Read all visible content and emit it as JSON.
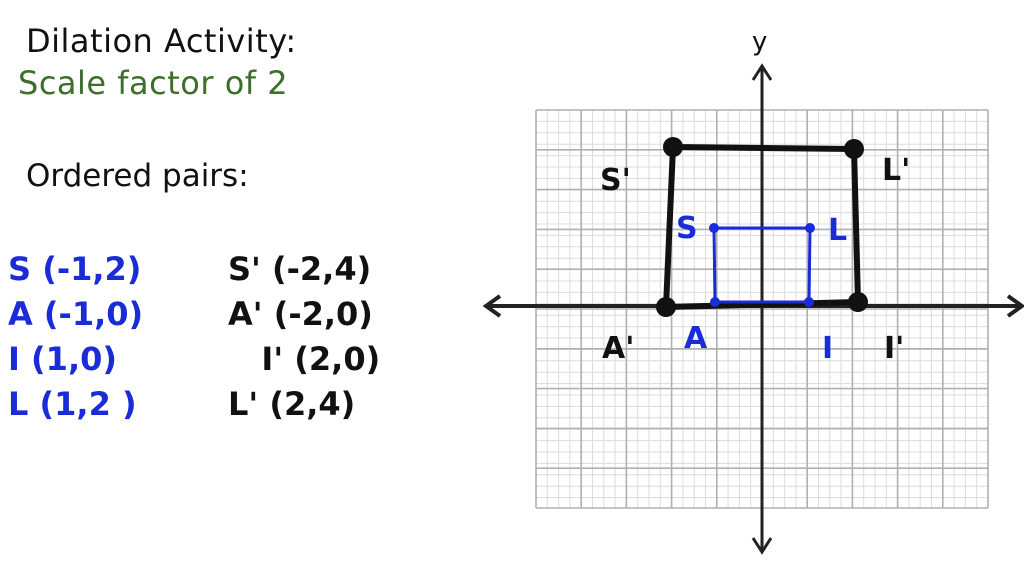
{
  "title": "Dilation Activity:",
  "subtitle": "Scale factor of 2",
  "pairs_heading": "Ordered pairs:",
  "original_pairs": [
    "S (-1,2)",
    "A (-1,0)",
    "I (1,0)",
    "L (1,2 )"
  ],
  "image_pairs": [
    "S' (-2,4)",
    "A' (-2,0)",
    "   I' (2,0)",
    "L' (2,4)"
  ],
  "axis": {
    "y_label": "y"
  },
  "points": {
    "S": "S",
    "A": "A",
    "I": "I",
    "L": "L",
    "S_prime": "S'",
    "A_prime": "A'",
    "I_prime": "I'",
    "L_prime": "L'"
  },
  "colors": {
    "original": "#1a2bd8",
    "image": "#111111",
    "subtitle": "#3d6e2a",
    "grid": "#b0b0b0"
  }
}
